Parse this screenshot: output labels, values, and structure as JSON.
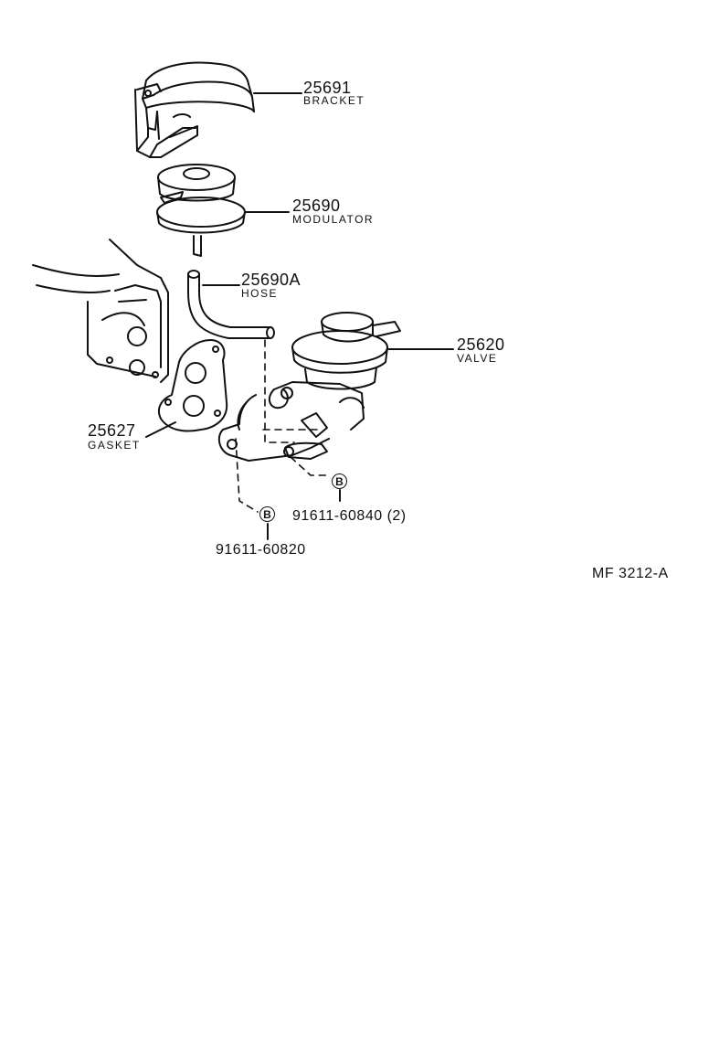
{
  "parts": [
    {
      "id": "bracket",
      "number": "25691",
      "desc": "BRACKET"
    },
    {
      "id": "modulator",
      "number": "25690",
      "desc": "MODULATOR"
    },
    {
      "id": "hose",
      "number": "25690A",
      "desc": "HOSE"
    },
    {
      "id": "valve",
      "number": "25620",
      "desc": "VALVE"
    },
    {
      "id": "gasket",
      "number": "25627",
      "desc": "GASKET"
    }
  ],
  "fasteners": [
    {
      "id": "stud-upper",
      "badge": "B",
      "number": "91611-60840 (2)"
    },
    {
      "id": "stud-lower",
      "badge": "B",
      "number": "91611-60820"
    }
  ],
  "figure_code": "MF 3212-A"
}
